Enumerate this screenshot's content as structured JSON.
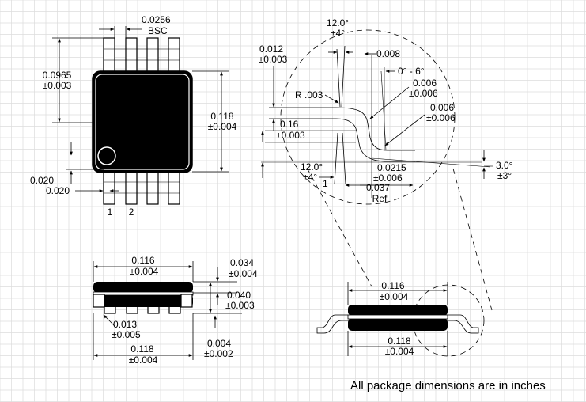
{
  "grid": {
    "color": "#dcdcdc"
  },
  "colors": {
    "body": "#000000",
    "outline": "#000000",
    "background": "#ffffff"
  },
  "top_view": {
    "pitch": "0.0256",
    "pitch_note": "BSC",
    "pin_length": "0.0965",
    "pin_length_tol": "±0.003",
    "body_width": "0.118",
    "body_width_tol": "±0.004",
    "pin_width": "0.020",
    "pin_gap": "0.020",
    "pin1_label": "1",
    "pin2_label": "2"
  },
  "detail_view": {
    "angle_top": "12.0°",
    "angle_top_tol": "±4°",
    "lead_thickness": "0.012",
    "lead_thickness_tol": "±0.003",
    "gap": "0.008",
    "lead_angle": "0° - 6°",
    "radius": "R .003",
    "radius_a": "0.006",
    "radius_a_tol": "±0.006",
    "radius_b": "0.006",
    "radius_b_tol": "±0.006",
    "standoff": "0.16",
    "standoff_tol": "±0.003",
    "angle_bottom": "12.0°",
    "angle_bottom_tol": "±4°",
    "angle_bottom_suffix": "1",
    "foot_length": "0.0215",
    "foot_length_tol": "±0.006",
    "footprint": "0.037",
    "footprint_note": "Ref",
    "seat_angle": "3.0°",
    "seat_angle_tol": "±3°"
  },
  "front_view": {
    "body_length": "0.116",
    "body_length_tol": "±0.004",
    "body_thickness": "0.034",
    "body_thickness_tol": "±0.004",
    "height": "0.040",
    "height_tol": "±0.003",
    "lead_width": "0.013",
    "lead_width_tol": "±0.005",
    "overall": "0.118",
    "overall_tol": "±0.004",
    "standoff": "0.004",
    "standoff_tol": "±0.002"
  },
  "side_view": {
    "body_length": "0.116",
    "body_length_tol": "±0.004",
    "overall": "0.118",
    "overall_tol": "±0.004"
  },
  "footer": {
    "note": "All package dimensions are in inches"
  }
}
